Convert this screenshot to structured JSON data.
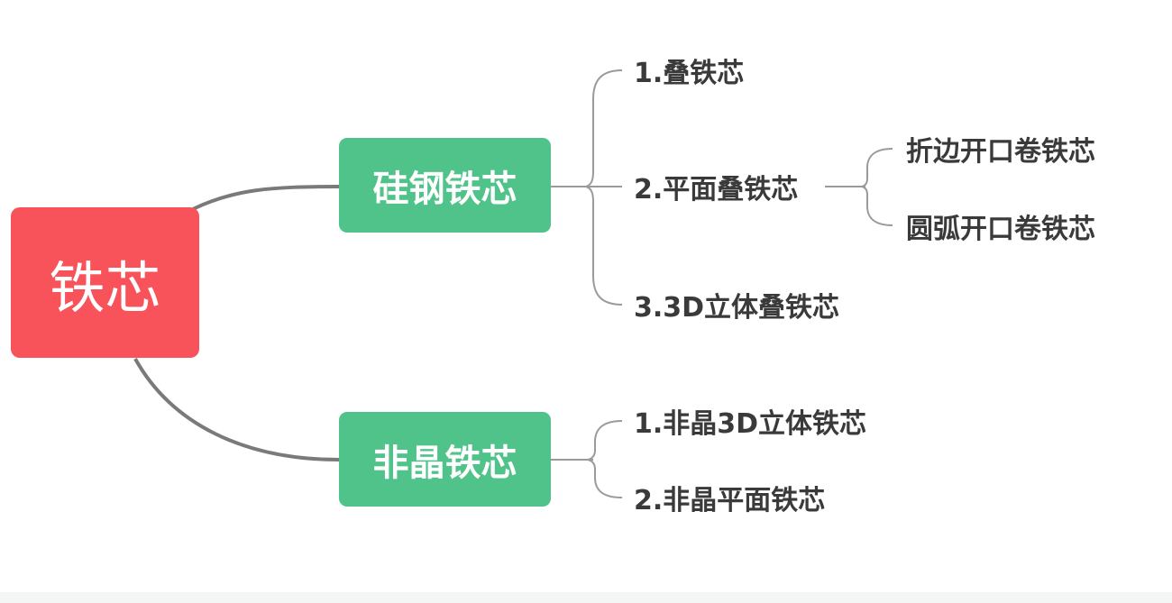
{
  "root": {
    "label": "铁芯"
  },
  "branches": [
    {
      "label": "硅钢铁芯",
      "children": [
        {
          "label": "1.叠铁芯"
        },
        {
          "label": "2.平面叠铁芯",
          "children": [
            {
              "label": "折边开口卷铁芯"
            },
            {
              "label": "圆弧开口卷铁芯"
            }
          ]
        },
        {
          "label": "3.3D立体叠铁芯"
        }
      ]
    },
    {
      "label": "非晶铁芯",
      "children": [
        {
          "label": "1.非晶3D立体铁芯"
        },
        {
          "label": "2.非晶平面铁芯"
        }
      ]
    }
  ],
  "colors": {
    "root": "#f8535a",
    "branch": "#50c38b",
    "connector_main": "#7a7a7a",
    "connector_sub": "#9a9a9a",
    "leaf_text": "#3a3a3a"
  }
}
